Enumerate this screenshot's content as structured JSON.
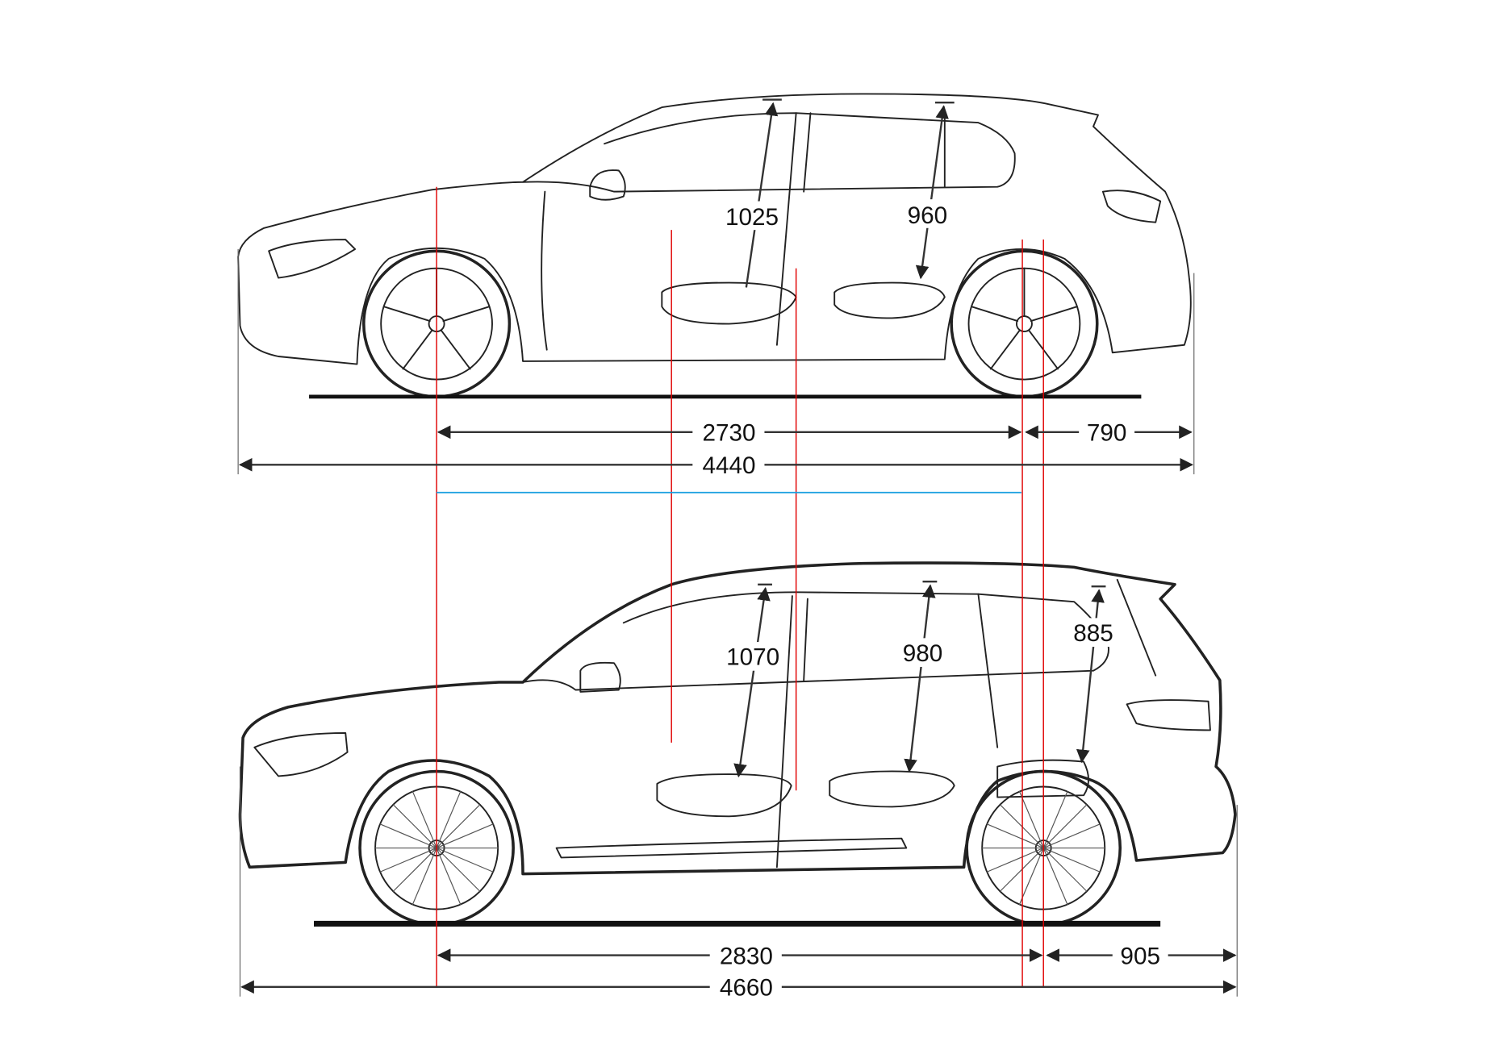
{
  "diagram": {
    "colors": {
      "reference_lines": "#e00000",
      "wheelbase_compare": "#1aa0e0",
      "drawing": "#222222"
    },
    "top_vehicle": {
      "headroom_front": "1025",
      "headroom_rear": "960",
      "wheelbase": "2730",
      "rear_overhang": "790",
      "length": "4440"
    },
    "bottom_vehicle": {
      "headroom_front": "1070",
      "headroom_second_row": "980",
      "headroom_third_row": "885",
      "wheelbase": "2830",
      "rear_overhang": "905",
      "length": "4660"
    }
  }
}
